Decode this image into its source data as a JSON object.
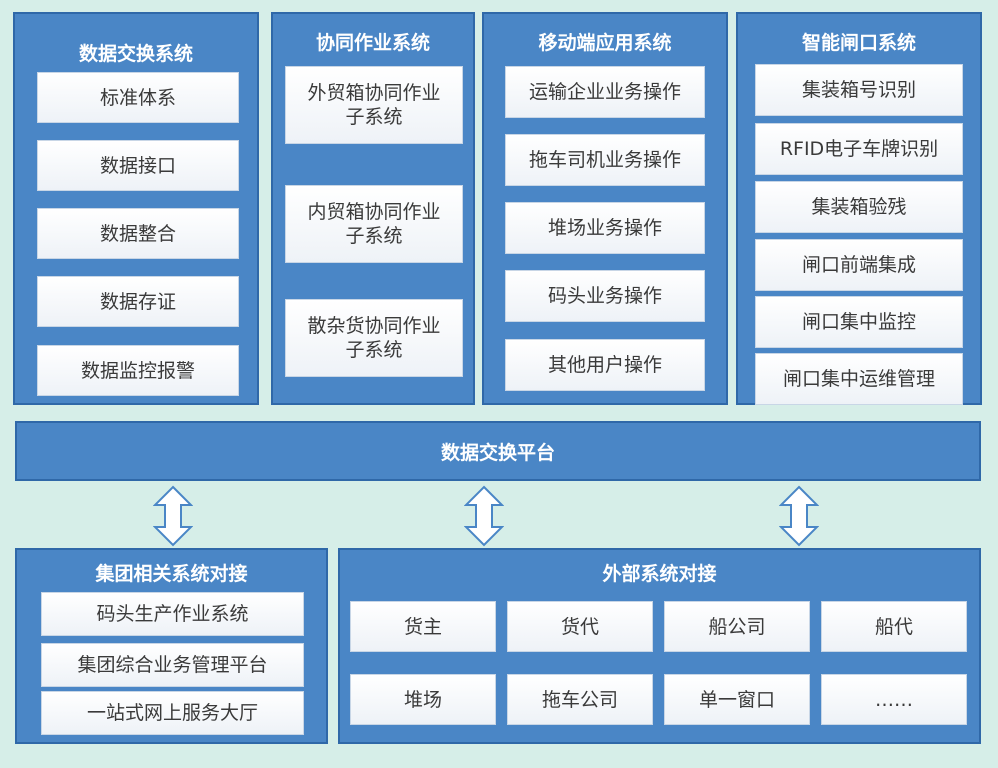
{
  "top_panels": [
    {
      "title": "数据交换系统",
      "items": [
        "标准体系",
        "数据接口",
        "数据整合",
        "数据存证",
        "数据监控报警"
      ]
    },
    {
      "title": "协同作业系统",
      "items": [
        "外贸箱协同作业子系统",
        "内贸箱协同作业子系统",
        "散杂货协同作业子系统"
      ]
    },
    {
      "title": "移动端应用系统",
      "items": [
        "运输企业业务操作",
        "拖车司机业务操作",
        "堆场业务操作",
        "码头业务操作",
        "其他用户操作"
      ]
    },
    {
      "title": "智能闸口系统",
      "items": [
        "集装箱号识别",
        "RFID电子车牌识别",
        "集装箱验残",
        "闸口前端集成",
        "闸口集中监控",
        "闸口集中运维管理"
      ]
    }
  ],
  "platform": {
    "label": "数据交换平台"
  },
  "group_panel": {
    "title": "集团相关系统对接",
    "items": [
      "码头生产作业系统",
      "集团综合业务管理平台",
      "一站式网上服务大厅"
    ]
  },
  "external_panel": {
    "title": "外部系统对接",
    "items": [
      "货主",
      "货代",
      "船公司",
      "船代",
      "堆场",
      "拖车公司",
      "单一窗口",
      "……"
    ]
  },
  "colors": {
    "panel": "#4a86c6",
    "panel_border": "#2f68a8",
    "background": "#d6eee8",
    "item": "#ffffff"
  }
}
